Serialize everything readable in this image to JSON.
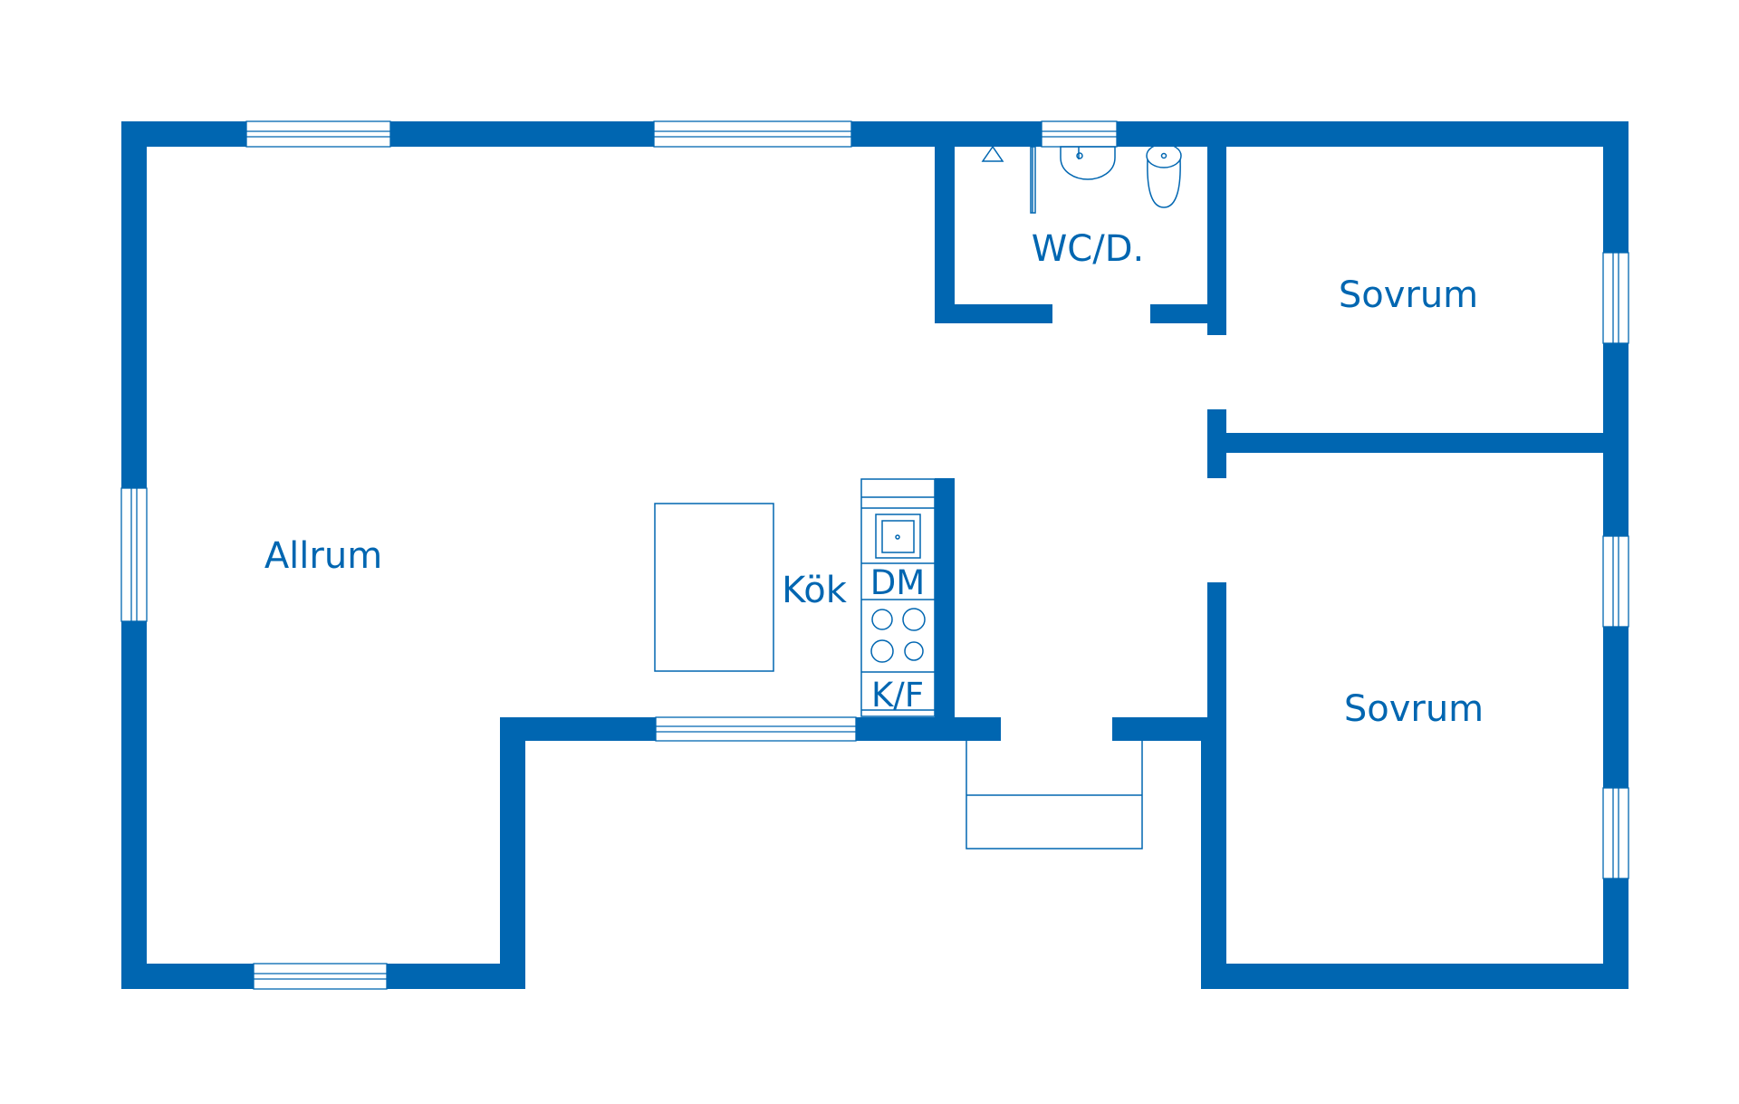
{
  "colors": {
    "wall": "#0066B1",
    "background": "#FFFFFF"
  },
  "rooms": {
    "allrum": "Allrum",
    "kok": "Kök",
    "wc": "WC/D.",
    "sovrum_top": "Sovrum",
    "sovrum_bottom": "Sovrum"
  },
  "fixtures": {
    "dishwasher": "DM",
    "fridge_freezer": "K/F"
  }
}
